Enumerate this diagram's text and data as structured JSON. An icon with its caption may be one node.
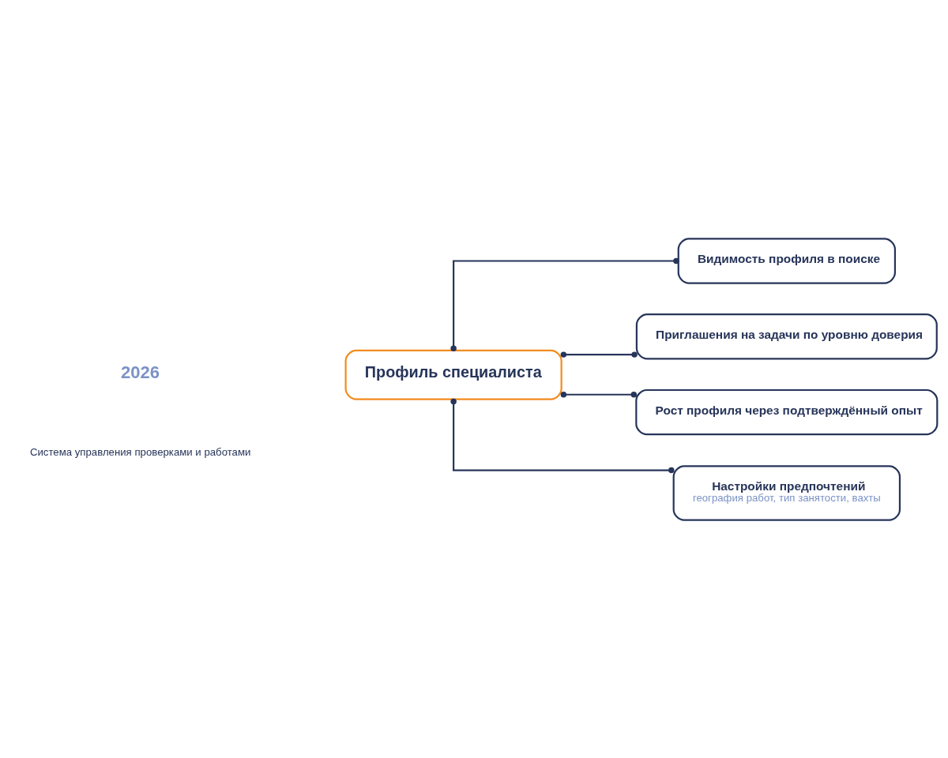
{
  "diagram": {
    "nodes": [
      {
        "text": [
          "Профиль специалиста"
        ]
      },
      {
        "text": [
          "Видимость профиля в поиске"
        ]
      },
      {
        "text": [
          "Приглашения на задачи по уровню доверия"
        ]
      },
      {
        "text": [
          "Рост профиля через подтверждённый опыт"
        ]
      },
      {
        "text": [
          "Настройки предпочтений",
          "география работ, тип занятости, вахты"
        ]
      }
    ],
    "edges": [
      {
        "from": 0,
        "to": 1,
        "arrow": "other"
      },
      {
        "from": 0,
        "to": 2,
        "arrow": "other"
      },
      {
        "from": 0,
        "to": 3,
        "arrow": "other"
      },
      {
        "from": 0,
        "to": 4,
        "arrow": "other"
      }
    ],
    "labels": [
      "2026",
      "Система управления проверками и работами"
    ]
  }
}
